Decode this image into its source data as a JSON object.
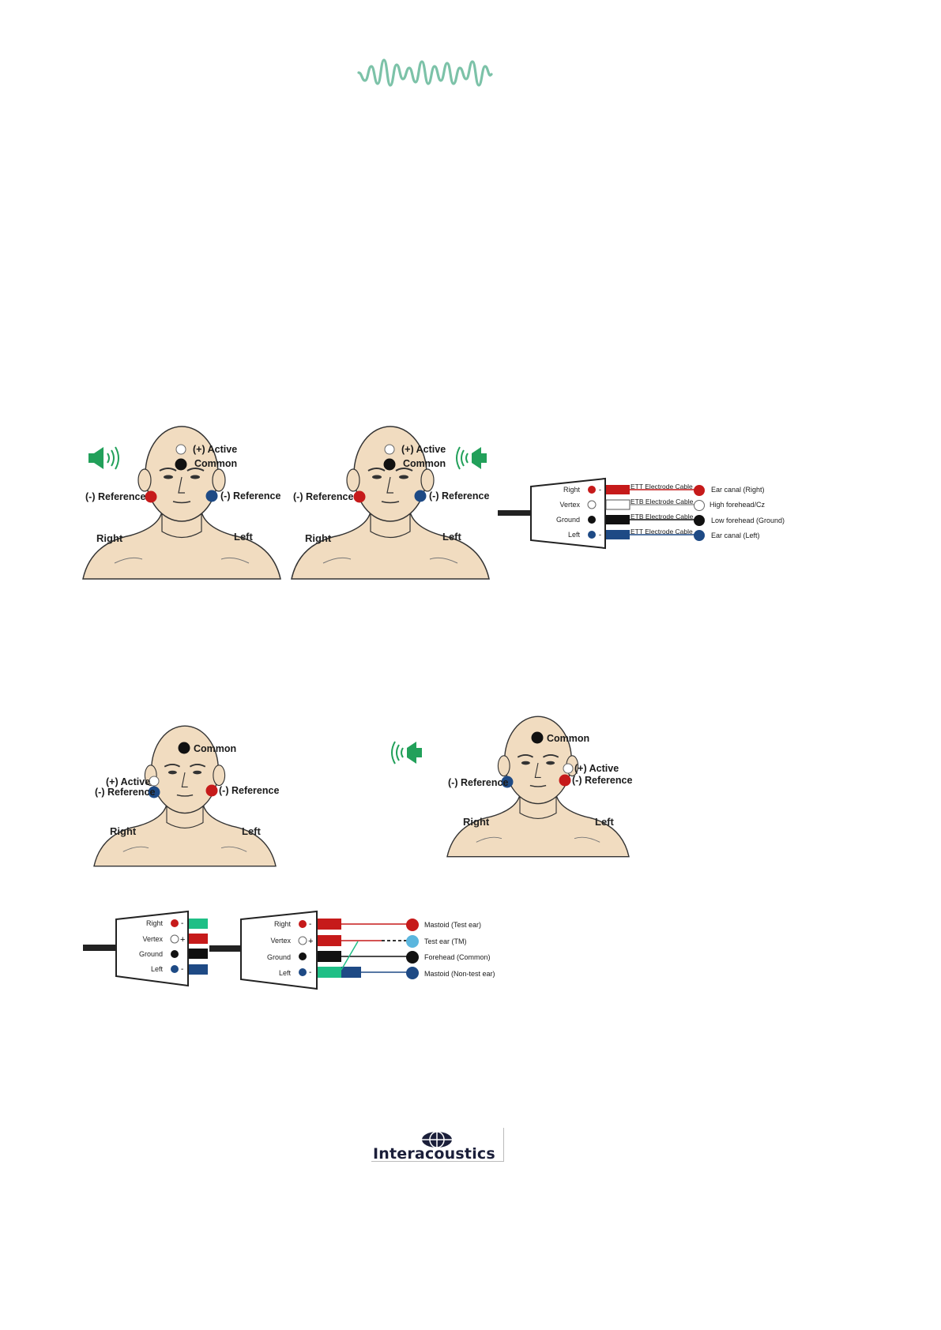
{
  "header": {
    "logo_icon": "waveform-logo-icon",
    "logo_color": "#7cc2a8"
  },
  "colors": {
    "red": "#c61a1a",
    "blue": "#1e4a85",
    "black": "#111111",
    "green": "#22a05a",
    "teal": "#1fbf86",
    "light_blue": "#5bb6de",
    "skin": "#f1dcc0"
  },
  "figure1": {
    "head1": {
      "active": "(+) Active",
      "common": "Common",
      "ref_right": "(-) Reference",
      "ref_left": "(-) Reference",
      "right": "Right",
      "left": "Left",
      "speaker_icon": "speaker-left-icon"
    },
    "head2": {
      "active": "(+) Active",
      "common": "Common",
      "ref_right": "(-) Reference",
      "ref_left": "(-) Reference",
      "right": "Right",
      "left": "Left",
      "speaker_icon": "speaker-right-icon"
    },
    "connector": {
      "ports": [
        "Right",
        "Vertex",
        "Ground",
        "Left"
      ],
      "cables": [
        "ETT Electrode Cable",
        "ETB Electrode Cable",
        "ETB Electrode Cable",
        "ETT Electrode Cable"
      ],
      "destinations": [
        "Ear canal (Right)",
        "High forehead/Cz",
        "Low forehead (Ground)",
        "Ear canal (Left)"
      ]
    }
  },
  "figure2": {
    "head3": {
      "common": "Common",
      "active": "(+) Active",
      "ref_left_ear": "(-) Reference",
      "ref_right_ear": "(-) Reference",
      "right": "Right",
      "left": "Left"
    },
    "head4": {
      "common": "Common",
      "active": "(+) Active",
      "ref_right_ear": "(-) Reference",
      "ref_left_ear": "(-) Reference",
      "right": "Right",
      "left": "Left",
      "speaker_icon": "speaker-right-icon"
    },
    "connector_small": {
      "ports": [
        "Right",
        "Vertex",
        "Ground",
        "Left"
      ]
    },
    "connector_large": {
      "ports": [
        "Right",
        "Vertex",
        "Ground",
        "Left"
      ],
      "destinations": [
        "Mastoid (Test ear)",
        "Test ear (TM)",
        "Forehead (Common)",
        "Mastoid (Non-test ear)"
      ]
    }
  },
  "footer": {
    "brand": "Interacoustics",
    "logo_icon": "interacoustics-globe-icon"
  }
}
